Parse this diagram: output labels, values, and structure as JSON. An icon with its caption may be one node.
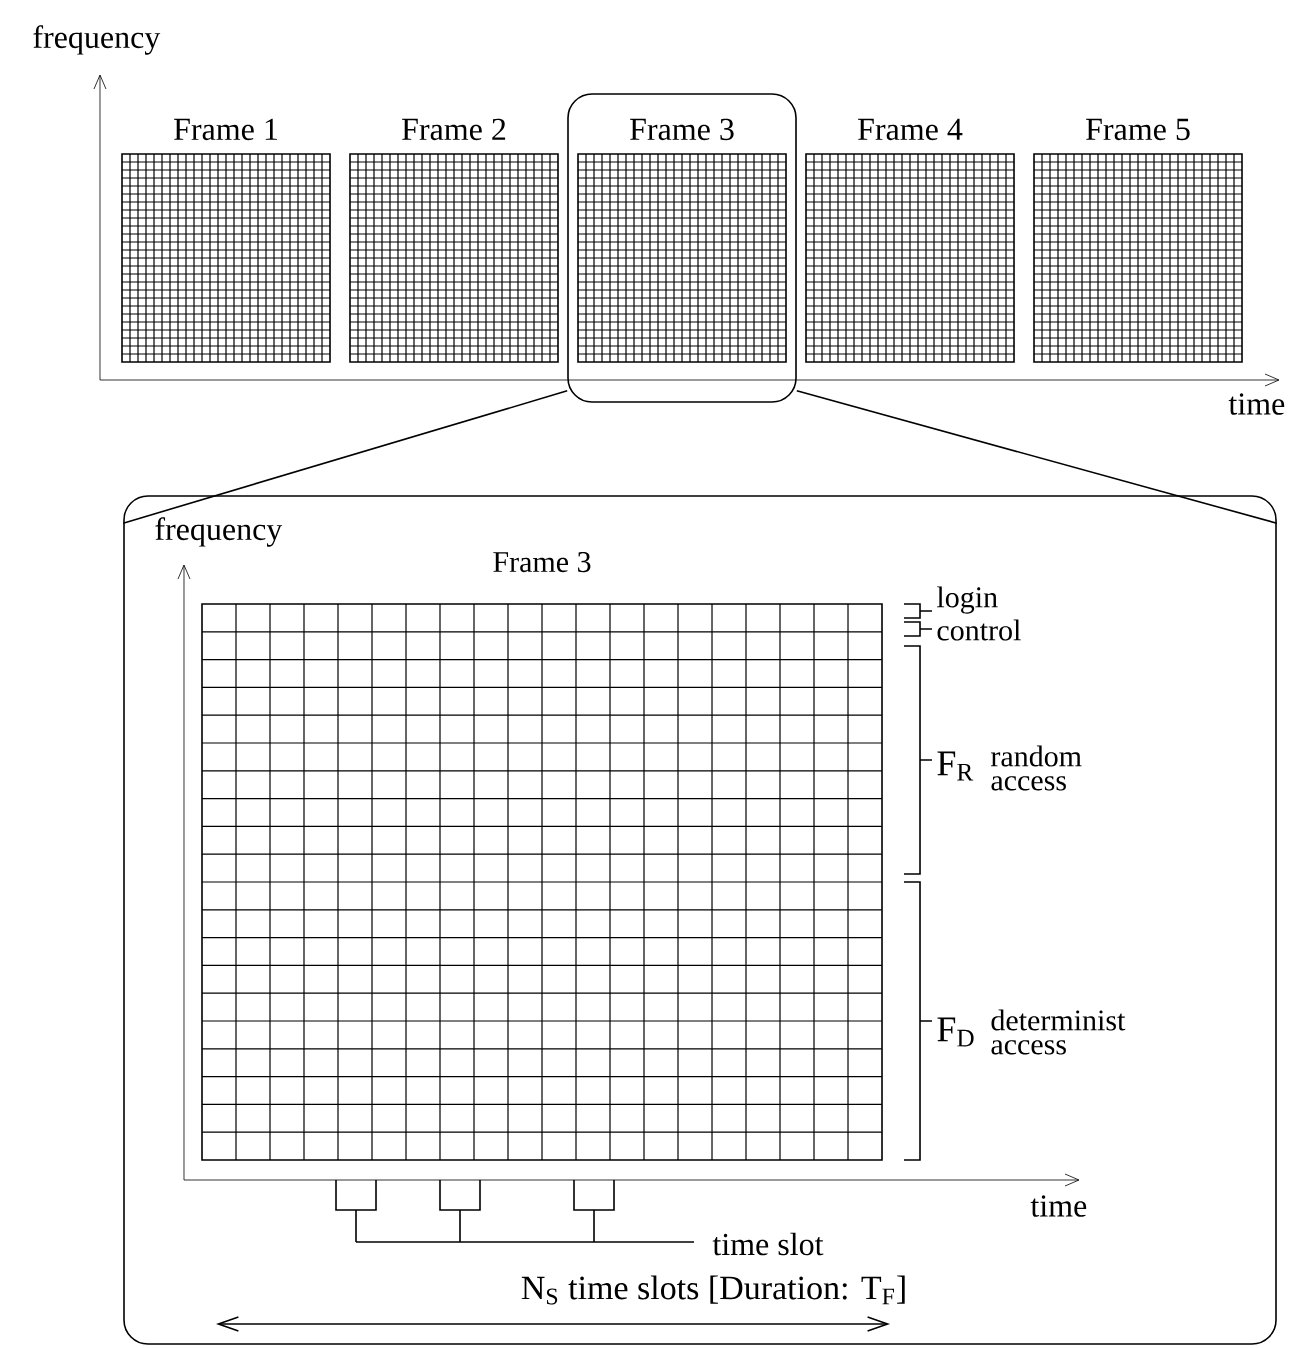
{
  "diagram": {
    "nodes": [
      {
        "text": [
          "Frame 1"
        ]
      },
      {
        "text": [
          "Frame 2"
        ]
      },
      {
        "text": [],
        "shape": "box"
      },
      {
        "text": [
          "Frame 3"
        ],
        "in": 2
      },
      {
        "text": [
          "Frame 4"
        ]
      },
      {
        "text": [
          "Frame 5"
        ]
      },
      {
        "text": [],
        "shape": "box"
      },
      {
        "text": [
          "Frame 3"
        ],
        "in": 6
      }
    ],
    "edges": [
      {
        "from": 2,
        "to": 6,
        "arrow": "none"
      },
      {
        "from": 2,
        "to": 6,
        "arrow": "none"
      }
    ],
    "labels": [
      "frequency",
      "time",
      "frequency",
      "login",
      "control",
      "F$_{R}$",
      "random access",
      "F$_{D}$",
      "determinist access",
      "time",
      "time slot",
      "N$_{S}$ time slots [Duration: T$_{F}$]"
    ]
  }
}
